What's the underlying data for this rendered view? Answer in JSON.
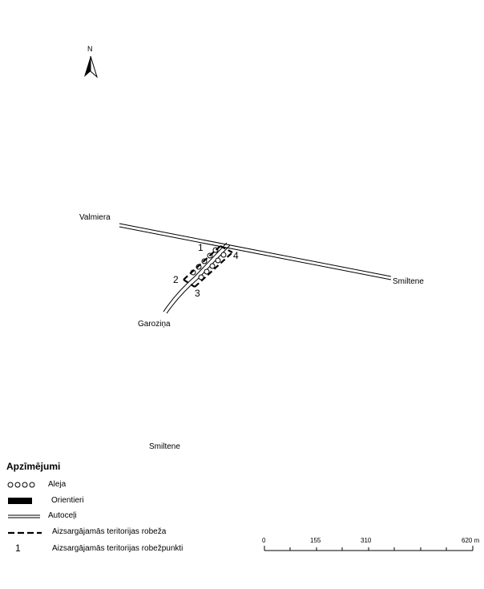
{
  "north_arrow": {
    "letter": "N",
    "icon": "north-arrow-icon"
  },
  "places": {
    "valmiera": "Valmiera",
    "smiltene_road": "Smiltene",
    "garozina": "Garoziņa",
    "smiltene_bottom": "Smiltene"
  },
  "boundary_points": [
    "1",
    "2",
    "3",
    "4"
  ],
  "legend": {
    "title": "Apzīmējumi",
    "items": [
      {
        "symbol": "circles-icon",
        "label": "Aleja"
      },
      {
        "symbol": "black-rectangle-icon",
        "label": "Orientieri"
      },
      {
        "symbol": "double-line-icon",
        "label": "Autoceļi"
      },
      {
        "symbol": "dashed-line-icon",
        "label": "Aizsargājamās teritorijas robeža"
      },
      {
        "symbol": "number-one-icon",
        "symbol_text": "1",
        "label": "Aizsargājamās teritorijas robežpunkti"
      }
    ]
  },
  "scale_bar": {
    "labels": [
      "0",
      "155",
      "310",
      "620 m"
    ]
  }
}
